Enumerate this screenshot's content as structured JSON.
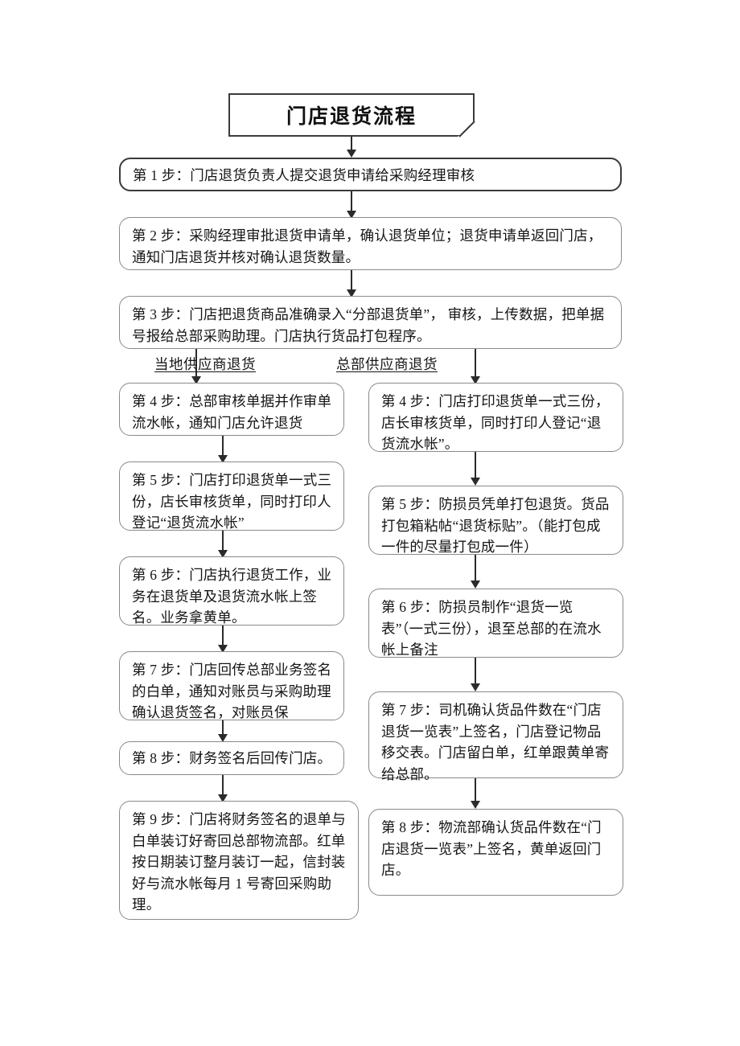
{
  "document": {
    "title": "门店退货流程",
    "language": "zh-CN"
  },
  "flowchart": {
    "title_node": {
      "id": "title",
      "label": "门店退货流程"
    },
    "main_steps": [
      {
        "id": "step-1",
        "label": "第 1 步：门店退货负责人提交退货申请给采购经理审核"
      },
      {
        "id": "step-2",
        "label": "第 2 步：采购经理审批退货申请单，确认退货单位；退货申请单返回门店，通知门店退货并核对确认退货数量。"
      },
      {
        "id": "step-3",
        "label": "第 3 步：门店把退货商品准确录入“分部退货单”， 审核，上传数据，把单据号报给总部采购助理。门店执行货品打包程序。"
      }
    ],
    "branches": [
      {
        "id": "branch-local-supplier",
        "label": "当地供应商退货",
        "steps": [
          {
            "id": "left-step-4",
            "label": "第 4 步：总部审核单据并作审单流水帐，通知门店允许退货"
          },
          {
            "id": "left-step-5",
            "label": "第 5 步：门店打印退货单一式三份，店长审核货单，同时打印人登记“退货流水帐”"
          },
          {
            "id": "left-step-6",
            "label": "第 6 步：门店执行退货工作，业务在退货单及退货流水帐上签名。业务拿黄单。"
          },
          {
            "id": "left-step-7",
            "label": "第 7 步：门店回传总部业务签名的白单，通知对账员与采购助理确认退货签名，对账员保"
          },
          {
            "id": "left-step-8",
            "label": "第 8 步：财务签名后回传门店。"
          },
          {
            "id": "left-step-9",
            "label": "第 9 步：门店将财务签名的退单与白单装订好寄回总部物流部。红单按日期装订整月装订一起，信封装好与流水帐每月 1 号寄回采购助理。"
          }
        ]
      },
      {
        "id": "branch-hq-supplier",
        "label": "总部供应商退货",
        "steps": [
          {
            "id": "right-step-4",
            "label": "第 4 步：门店打印退货单一式三份，店长审核货单，同时打印人登记“退货流水帐”。"
          },
          {
            "id": "right-step-5",
            "label": "第 5 步：防损员凭单打包退货。货品打包箱粘帖“退货标贴”。（能打包成一件的尽量打包成一件）"
          },
          {
            "id": "right-step-6",
            "label": "第 6 步：防损员制作“退货一览表”（一式三份），退至总部的在流水帐上备注"
          },
          {
            "id": "right-step-7",
            "label": "第 7 步：司机确认货品件数在“门店退货一览表”上签名，门店登记物品移交表。门店留白单，红单跟黄单寄给总部。"
          },
          {
            "id": "right-step-8",
            "label": "第 8 步：物流部确认货品件数在“门店退货一览表”上签名，黄单返回门店。"
          }
        ]
      }
    ],
    "colors": {
      "box_border": "#8a8a8a",
      "emphasis_border": "#3a3a3a",
      "connector": "#2b2b2b",
      "background": "#ffffff",
      "text": "#151515"
    }
  }
}
